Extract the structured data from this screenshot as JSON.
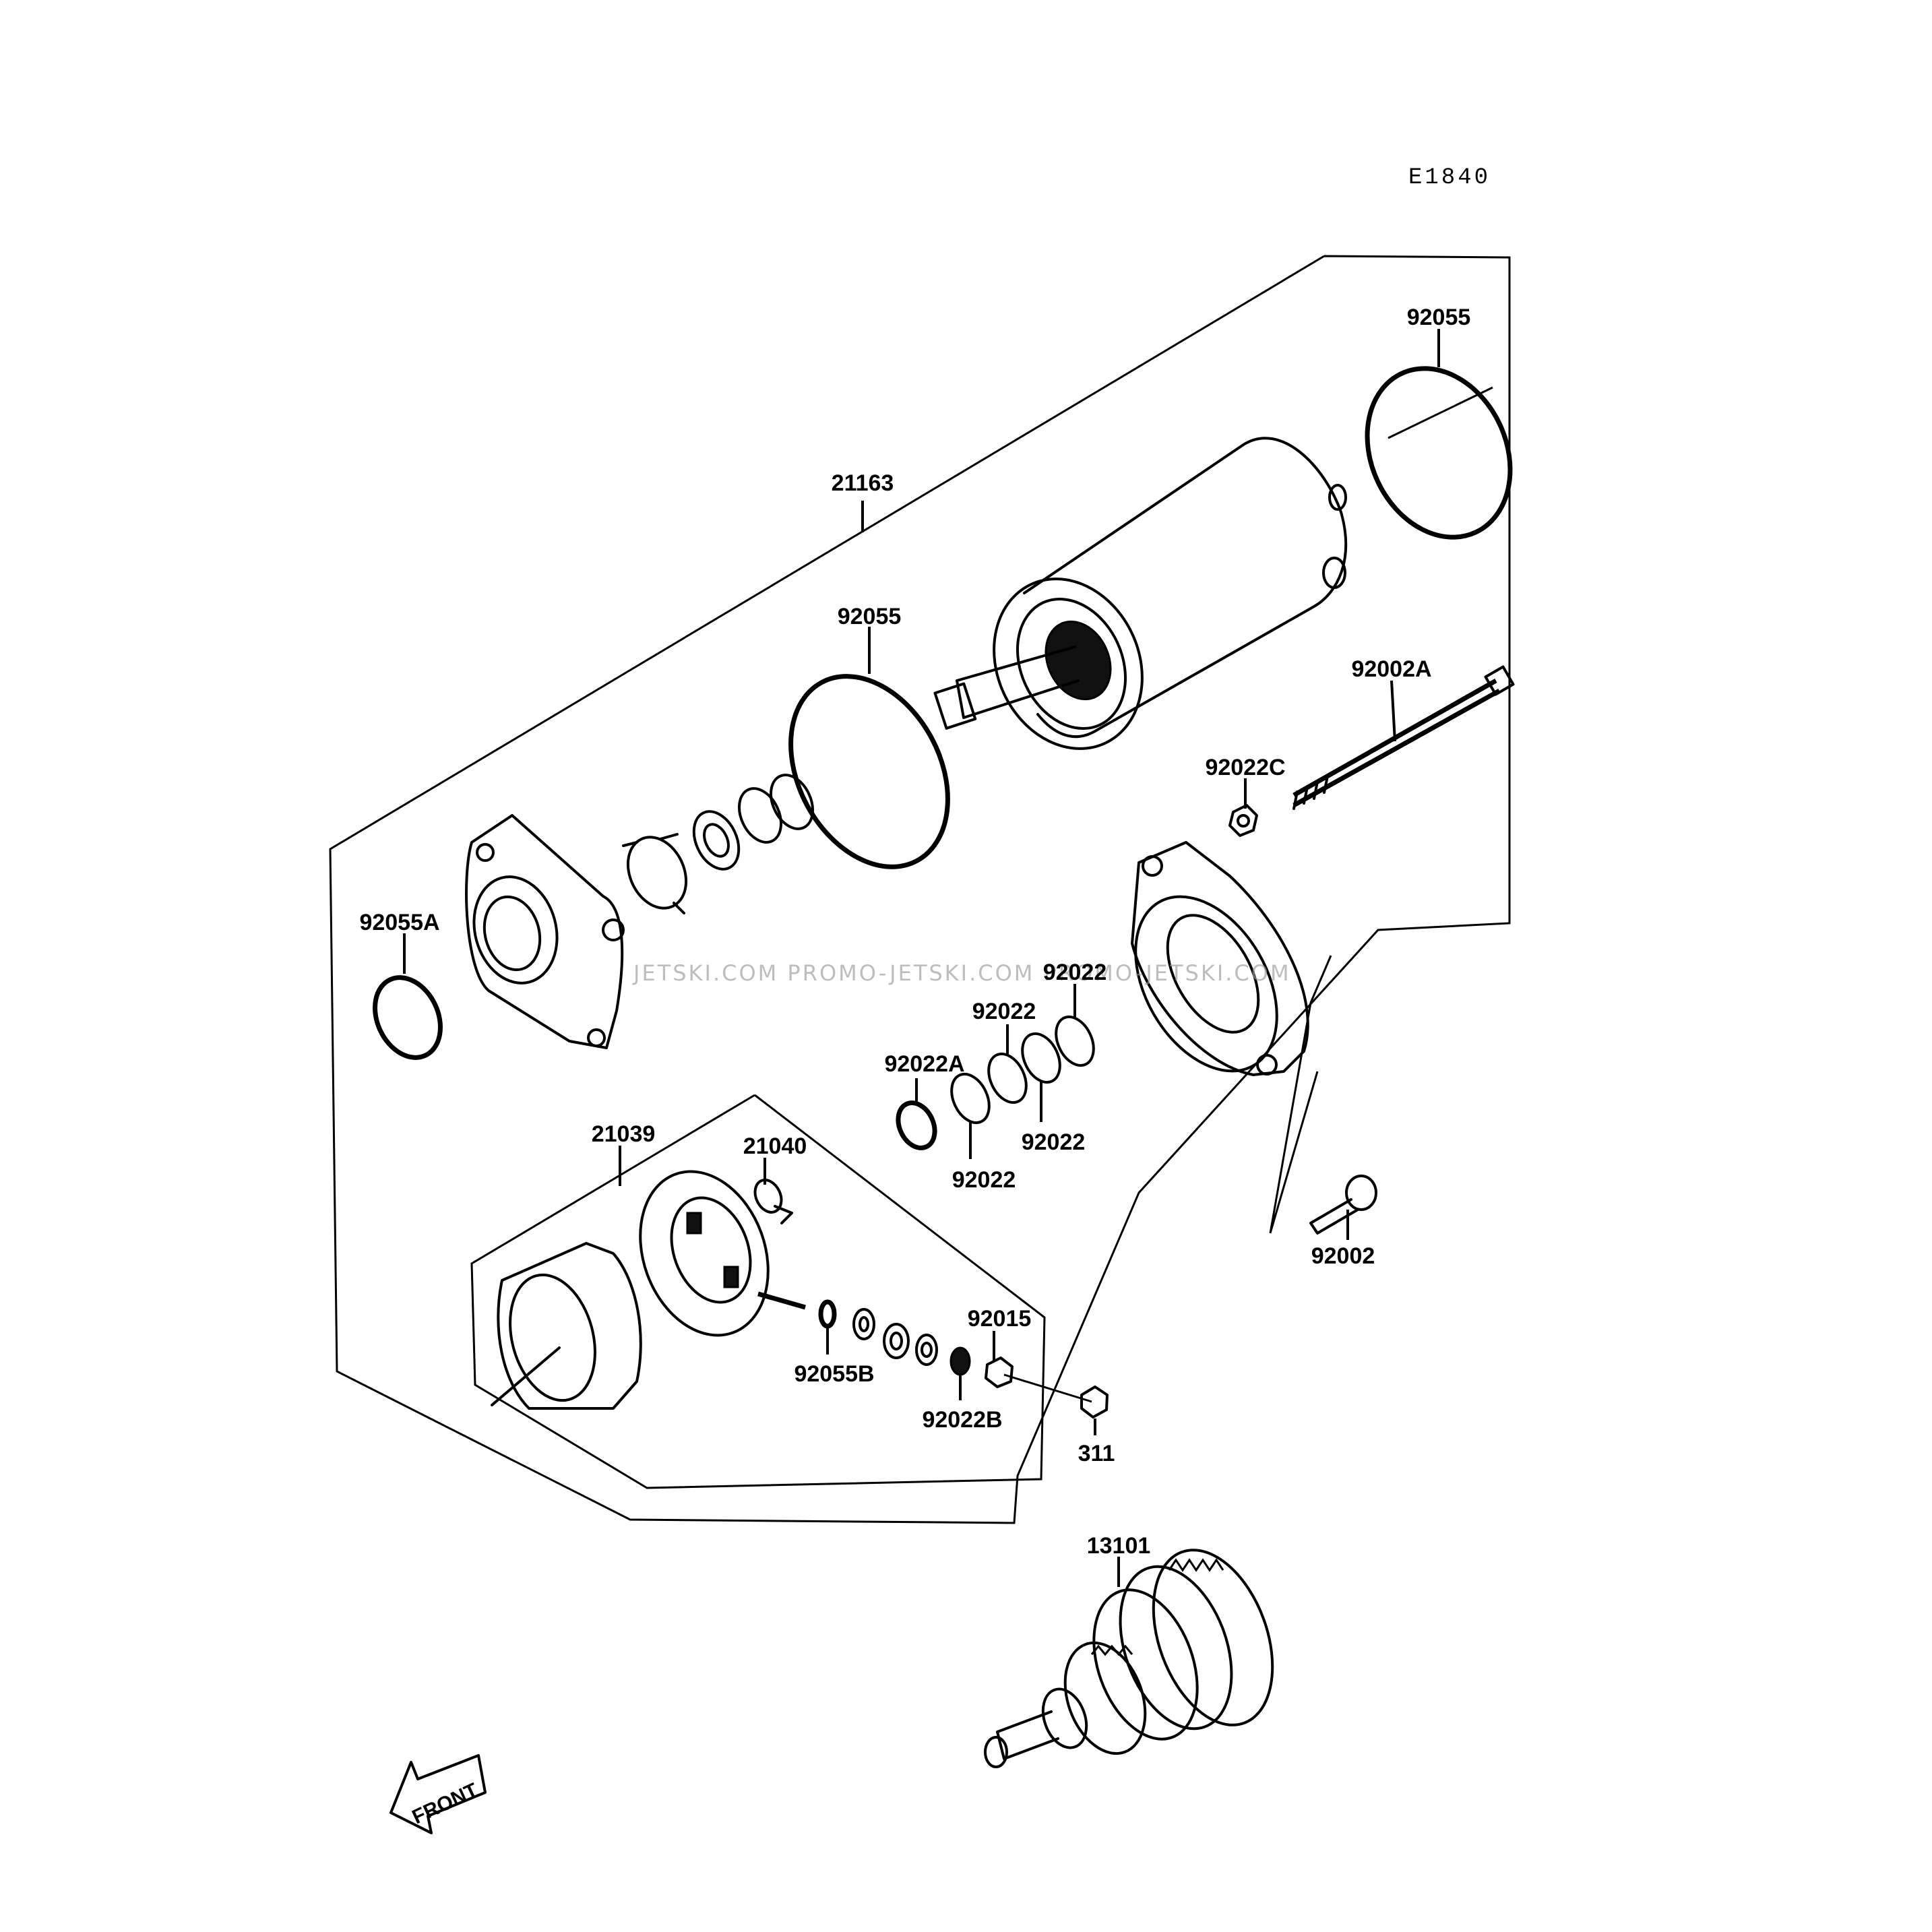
{
  "diagram_code": "E1840",
  "watermark": "JETSKI.COM   PROMO-JETSKI.COM   PROMO-JETSKI.COM",
  "front_label": "FRONT",
  "labels": {
    "l21163": "21163",
    "l92055_top": "92055",
    "l92055_mid": "92055",
    "l92002A": "92002A",
    "l92022C": "92022C",
    "l92055A": "92055A",
    "l92022_a": "92022",
    "l92022_b": "92022",
    "l92022A": "92022A",
    "l92022_c": "92022",
    "l92022_d": "92022",
    "l21039": "21039",
    "l21040": "21040",
    "l92002": "92002",
    "l92015": "92015",
    "l92055B": "92055B",
    "l92022B": "92022B",
    "l311": "311",
    "l13101": "13101"
  }
}
